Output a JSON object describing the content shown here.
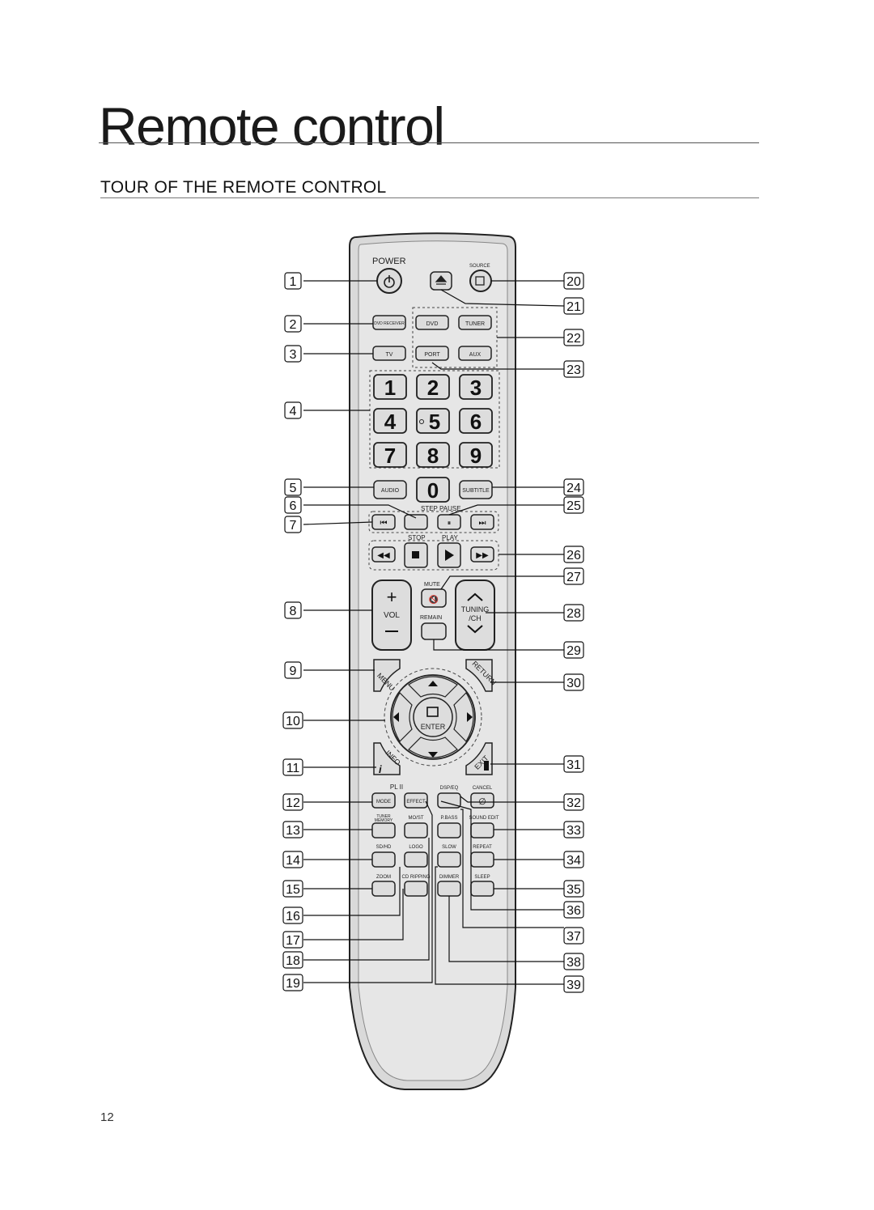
{
  "page": {
    "title": "Remote control",
    "section_title": "TOUR OF THE REMOTE CONTROL",
    "page_number": "12"
  },
  "remote": {
    "labels": {
      "power": "POWER",
      "source": "SOURCE",
      "dvd_receiver": "DVD RECEIVER",
      "dvd": "DVD",
      "tuner": "TUNER",
      "tv": "TV",
      "port": "PORT",
      "aux": "AUX",
      "audio": "AUDIO",
      "subtitle": "SUBTITLE",
      "step": "STEP",
      "pause": "PAUSE",
      "stop": "STOP",
      "play": "PLAY",
      "mute": "MUTE",
      "vol": "VOL",
      "remain": "REMAIN",
      "tuning": "TUNING",
      "ch": "/CH",
      "menu": "MENU",
      "return": "RETURN",
      "enter": "ENTER",
      "info": "INFO",
      "exit": "EXIT",
      "pl2": "PL II",
      "dsp_eq": "DSP/EQ",
      "cancel": "CANCEL",
      "mode": "MODE",
      "effect": "EFFECT",
      "tuner_memory_1": "TUNER",
      "tuner_memory_2": "MEMORY",
      "mo_st": "MO/ST",
      "p_bass": "P.BASS",
      "sound_edit": "SOUND EDIT",
      "sd_hd": "SD/HD",
      "logo": "LOGO",
      "slow": "SLOW",
      "repeat": "REPEAT",
      "zoom": "ZOOM",
      "cd_ripping": "CD RIPPING",
      "dimmer": "DIMMER",
      "sleep": "SLEEP"
    },
    "digits": [
      "1",
      "2",
      "3",
      "4",
      "5",
      "6",
      "7",
      "8",
      "9",
      "0"
    ]
  },
  "callouts_left": [
    "1",
    "2",
    "3",
    "4",
    "5",
    "6",
    "7",
    "8",
    "9",
    "10",
    "11",
    "12",
    "13",
    "14",
    "15",
    "16",
    "17",
    "18",
    "19"
  ],
  "callouts_right": [
    "20",
    "21",
    "22",
    "23",
    "24",
    "25",
    "26",
    "27",
    "28",
    "29",
    "30",
    "31",
    "32",
    "33",
    "34",
    "35",
    "36",
    "37",
    "38",
    "39"
  ]
}
